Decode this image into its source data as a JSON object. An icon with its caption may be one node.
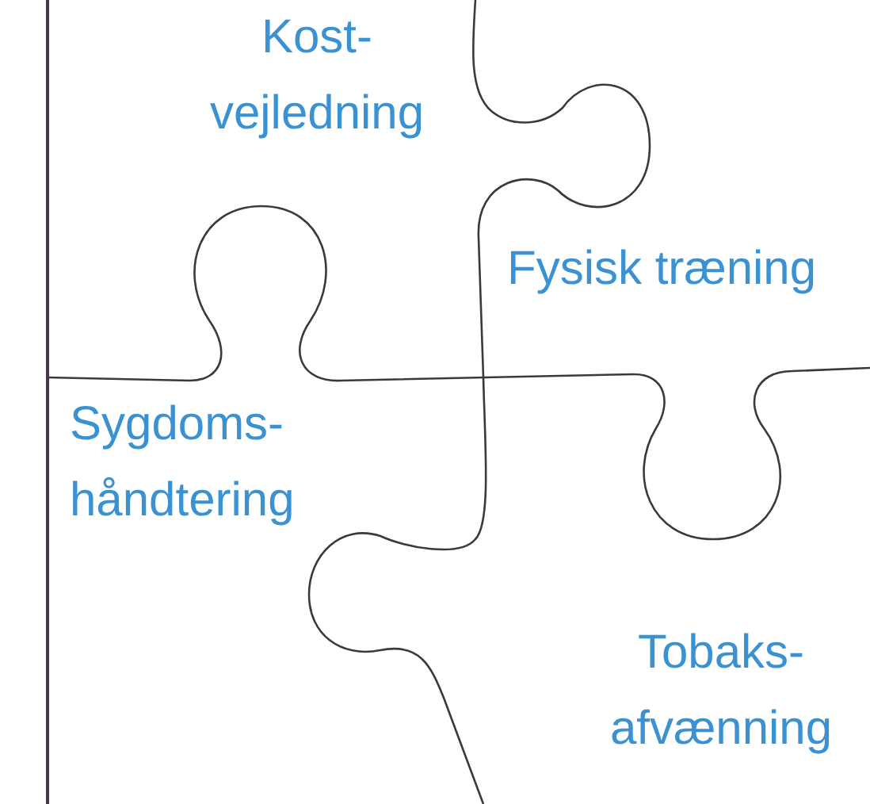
{
  "diagram": {
    "nodes": [
      {
        "text": [
          "Kost- vejledning"
        ]
      },
      {
        "text": [
          "Fysisk træning"
        ]
      },
      {
        "text": [
          "Sygdoms- håndtering"
        ]
      },
      {
        "text": [
          "Tobaks- afvænning"
        ]
      }
    ]
  }
}
